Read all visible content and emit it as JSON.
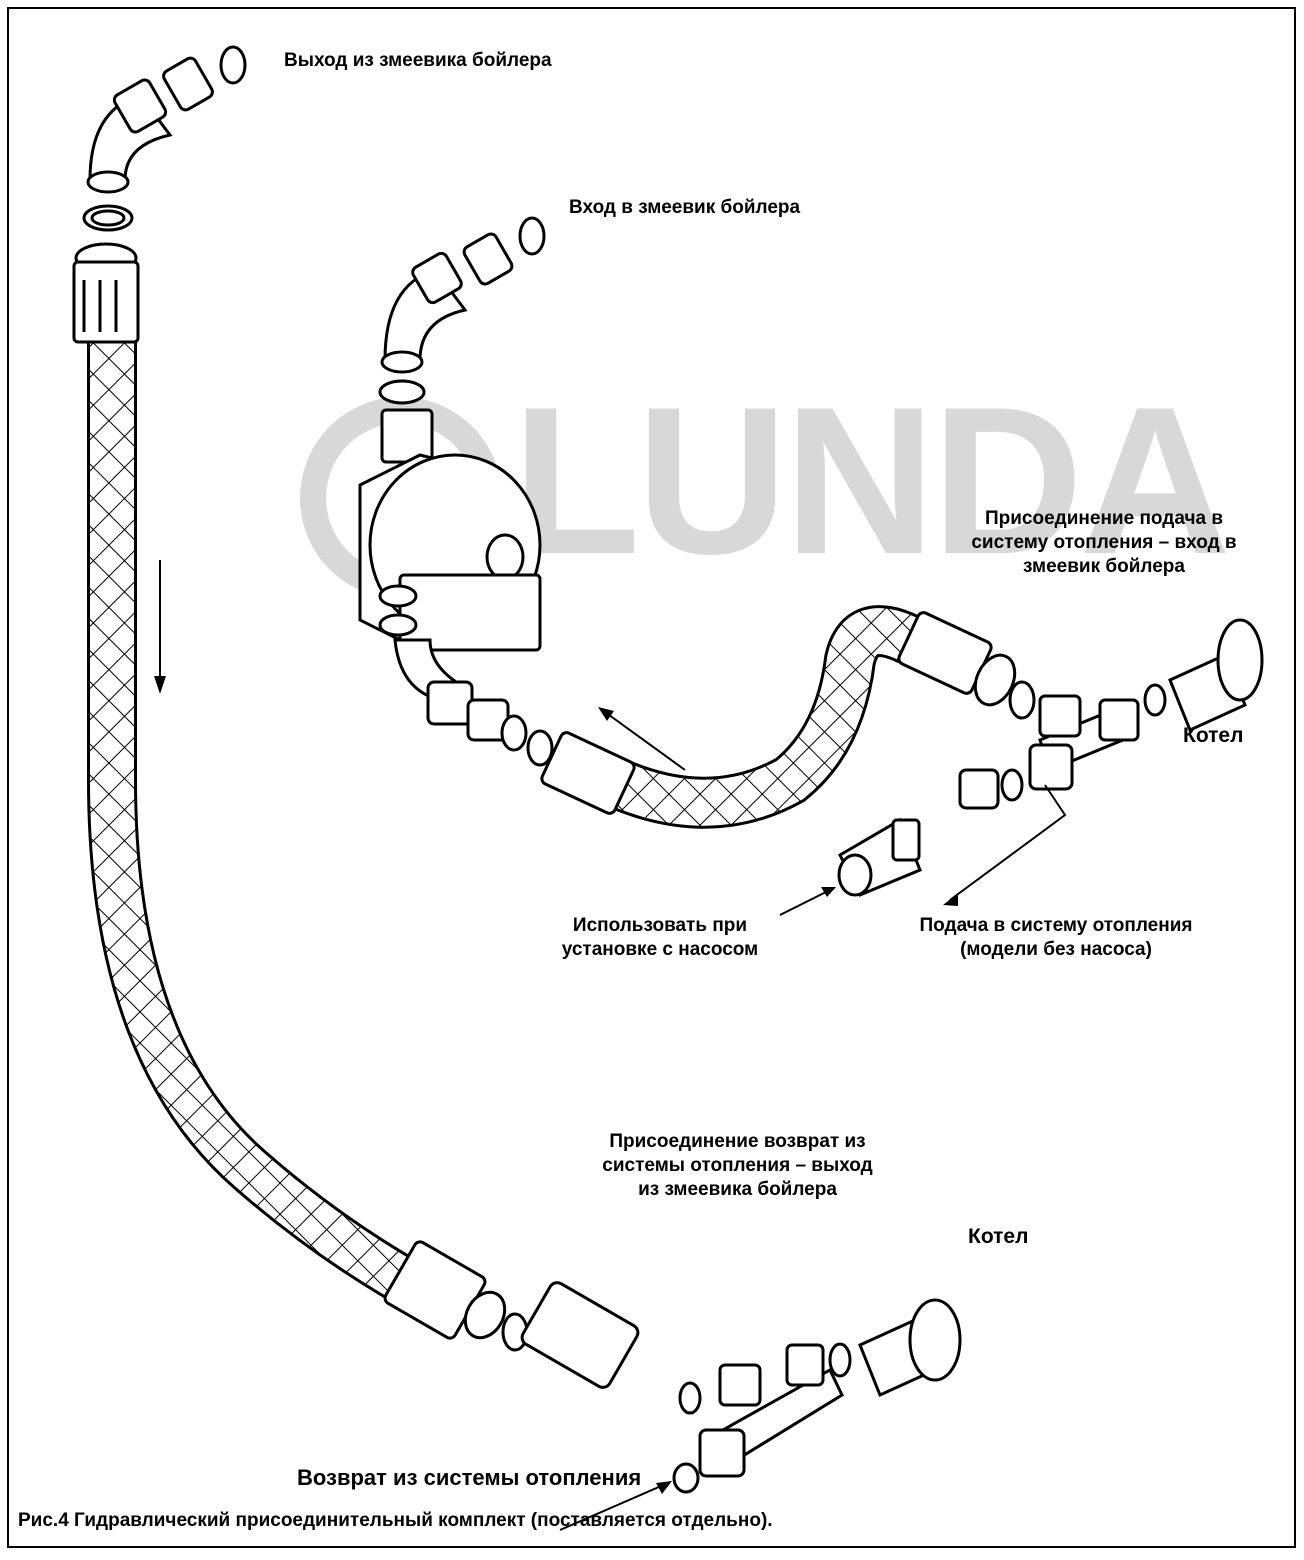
{
  "watermark": {
    "text": "LUNDA"
  },
  "labels": {
    "boiler_coil_outlet": "Выход из змеевика бойлера",
    "boiler_coil_inlet": "Вход в змеевик бойлера",
    "supply_connection": [
      "Присоединение подача в",
      "систему отопления – вход в",
      "змеевик бойлера"
    ],
    "boiler_top": "Котел",
    "use_with_pump": [
      "Использовать при",
      "установке с насосом"
    ],
    "heating_supply": [
      "Подача в систему отопления",
      "(модели без насоса)"
    ],
    "return_connection": [
      "Присоединение возврат из",
      "системы отопления – выход",
      "из змеевика бойлера"
    ],
    "boiler_bottom": "Котел",
    "heating_return": "Возврат из системы отопления"
  },
  "caption": "Рис.4  Гидравлический присоединительный комплект (поставляется отдельно)."
}
